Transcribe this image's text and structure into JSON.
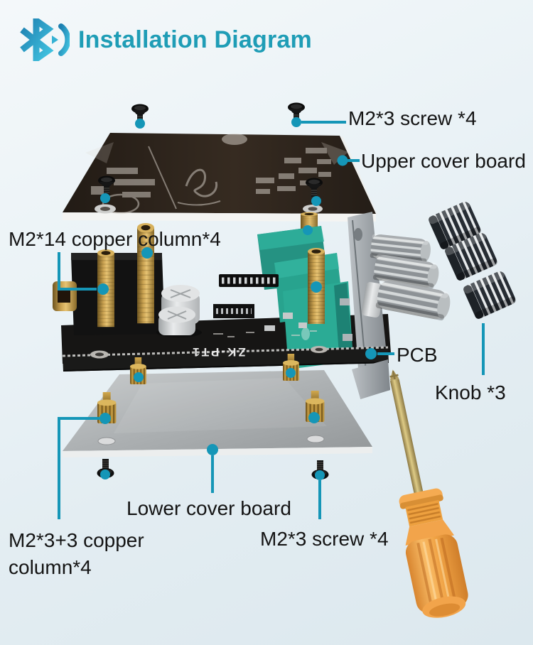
{
  "header": {
    "title": "Installation Diagram",
    "icon": "bluetooth-sound-icon"
  },
  "pcb": {
    "model": "ZK-PT1"
  },
  "callouts": {
    "top_screw": "M2*3 screw *4",
    "upper_cover": "Upper cover board",
    "long_column": "M2*14 copper column*4",
    "pcb": "PCB",
    "knob": "Knob *3",
    "lower_cover": "Lower cover board",
    "short_column_line1": "M2*3+3 copper",
    "short_column_line2": "column*4",
    "bottom_screw": "M2*3 screw *4"
  },
  "colors": {
    "accent_teal": "#1596b7",
    "title_teal": "#1f9db6",
    "background_top": "#f4f8fa",
    "background_bottom": "#dce8ee",
    "upper_board": "#2a211a",
    "pot_body": "#2bab95",
    "copper_brass": "#caa251",
    "lower_plate": "#aeb2b4",
    "screwdriver_handle": "#f2a44b"
  }
}
